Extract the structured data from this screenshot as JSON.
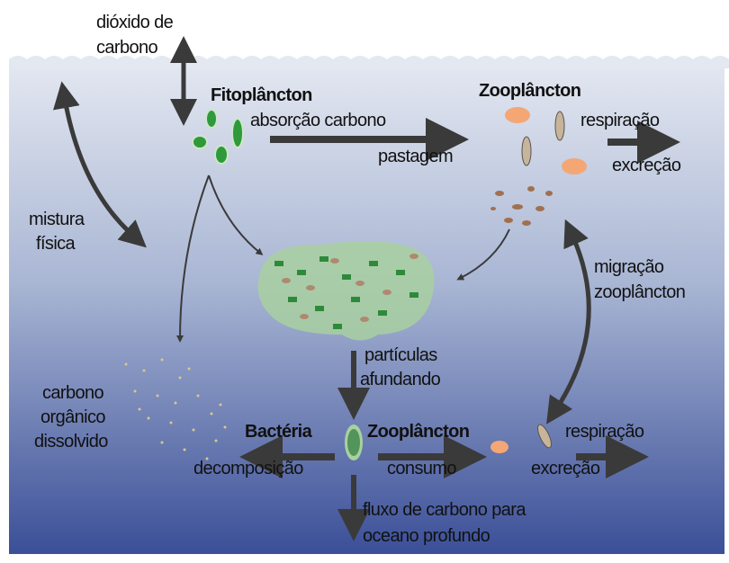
{
  "labels": {
    "co2_line1": "dióxido de",
    "co2_line2": "carbono",
    "phyto_title": "Fitoplâncton",
    "carbon_uptake": "absorção carbono",
    "grazing": "pastagem",
    "zoo_title_top": "Zooplâncton",
    "respiration_top": "respiração",
    "excretion_top": "excreção",
    "mixing_line1": "mistura",
    "mixing_line2": "física",
    "migration_line1": "migração",
    "migration_line2": "zooplâncton",
    "sinking_line1": "partículas",
    "sinking_line2": "afundando",
    "doc_line1": "carbono",
    "doc_line2": "orgânico",
    "doc_line3": "dissolvido",
    "bacteria_title": "Bactéria",
    "zoo_title_bottom": "Zooplâncton",
    "respiration_bottom": "respiração",
    "decomposition": "decomposição",
    "consumption": "consumo",
    "excretion_bottom": "excreção",
    "flux_line1": "fluxo de carbono para",
    "flux_line2": "oceano profundo"
  },
  "colors": {
    "ocean_top": "#e4e8f1",
    "ocean_bottom": "#3b4f98",
    "arrow": "#3a3a3a",
    "phytoplankton": "#2e9a3c",
    "zooplankton": "#f4a774",
    "detritus": "#a07050",
    "doc_dots": "#d9c98a"
  }
}
